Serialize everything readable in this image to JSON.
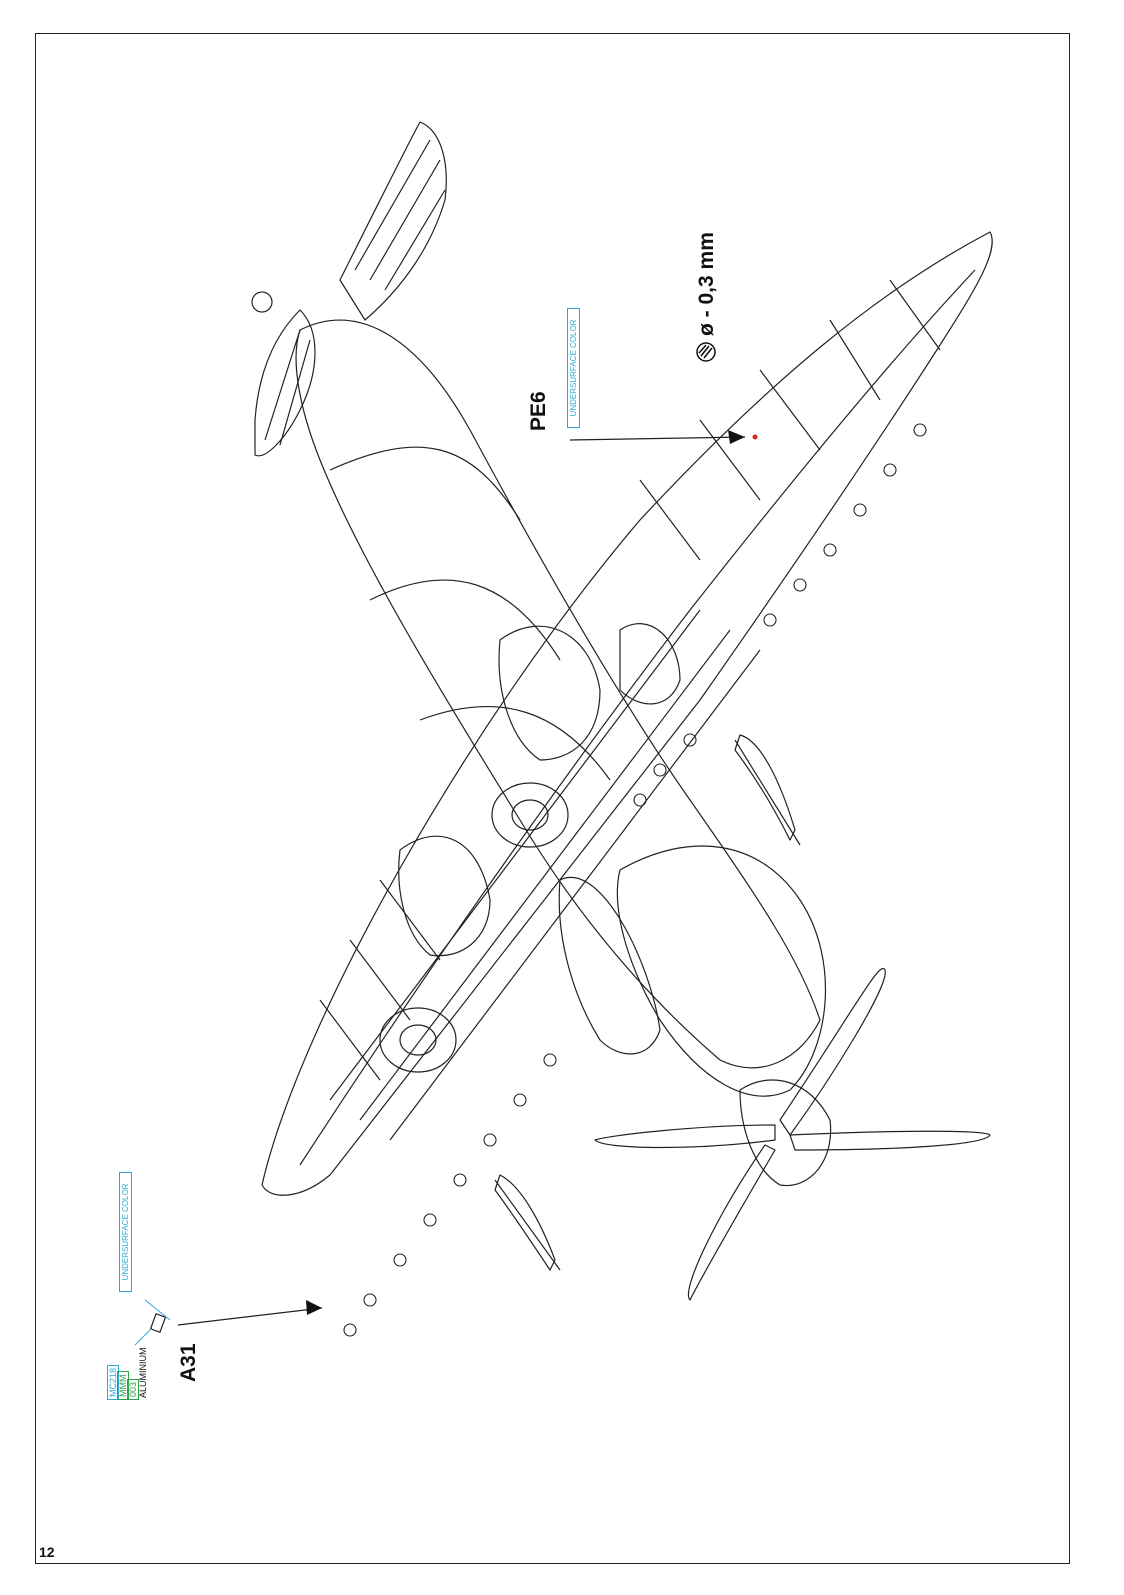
{
  "page": {
    "number": "12"
  },
  "callouts": {
    "pe6": {
      "part": "PE6",
      "color_label": "UNDERSURFACE COLOR"
    },
    "hole": {
      "spec": "ø - 0,3 mm",
      "icon": "drill-icon"
    },
    "a31": {
      "part": "A31",
      "color_label": "UNDERSURFACE COLOR",
      "paint": {
        "mr_color": "MC218",
        "mm_code": "MMM",
        "mm_number": "003",
        "name": "ALUMINIUM"
      }
    }
  },
  "colors": {
    "line": "#222222",
    "accent_cyan": "#2aa9d8",
    "accent_green": "#2fa34a",
    "marker_red": "#d9242a"
  }
}
